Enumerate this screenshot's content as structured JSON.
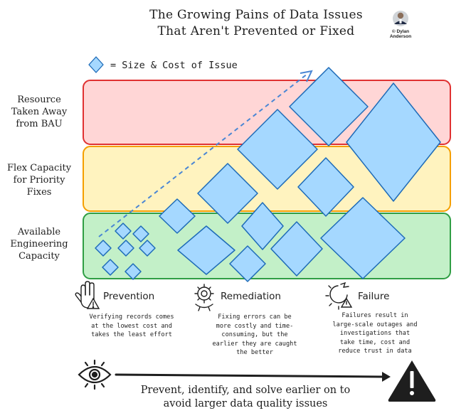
{
  "title": {
    "line1": "The Growing Pains of Data Issues",
    "line2": "That Aren't Prevented or Fixed"
  },
  "author": {
    "name_line1": "© Dylan",
    "name_line2": "Anderson",
    "icon": "avatar-photo"
  },
  "legend": {
    "label": "= Size & Cost of Issue",
    "icon": "diamond-icon",
    "diamond_color": "#a5d8ff"
  },
  "bands": [
    {
      "label_lines": [
        "Resource",
        "Taken Away",
        "from BAU"
      ],
      "fill": "#ffd6d6",
      "stroke": "#e03131"
    },
    {
      "label_lines": [
        "Flex Capacity",
        "for Priority",
        "Fixes"
      ],
      "fill": "#fff3bf",
      "stroke": "#f59f00"
    },
    {
      "label_lines": [
        "Available",
        "Engineering",
        "Capacity"
      ],
      "fill": "#c3f0c8",
      "stroke": "#2f9e44"
    }
  ],
  "phases": [
    {
      "title": "Prevention",
      "icon": "hand-stop-icon",
      "desc_lines": [
        "Verifying records comes",
        "at the lowest cost and",
        "takes the least effort"
      ]
    },
    {
      "title": "Remediation",
      "icon": "gear-wrench-icon",
      "desc_lines": [
        "Fixing errors can be",
        "more costly and time-",
        "consuming, but the",
        "earlier they are caught",
        "the better"
      ]
    },
    {
      "title": "Failure",
      "icon": "broken-gear-icon",
      "desc_lines": [
        "Failures result in",
        "large-scale outages and",
        "investigations that",
        "take time, cost and",
        "reduce trust in data"
      ]
    }
  ],
  "footer": {
    "line1": "Prevent, identify, and solve earlier on to",
    "line2": "avoid larger data quality issues",
    "start_icon": "eye-icon",
    "end_icon": "warning-triangle-icon"
  }
}
